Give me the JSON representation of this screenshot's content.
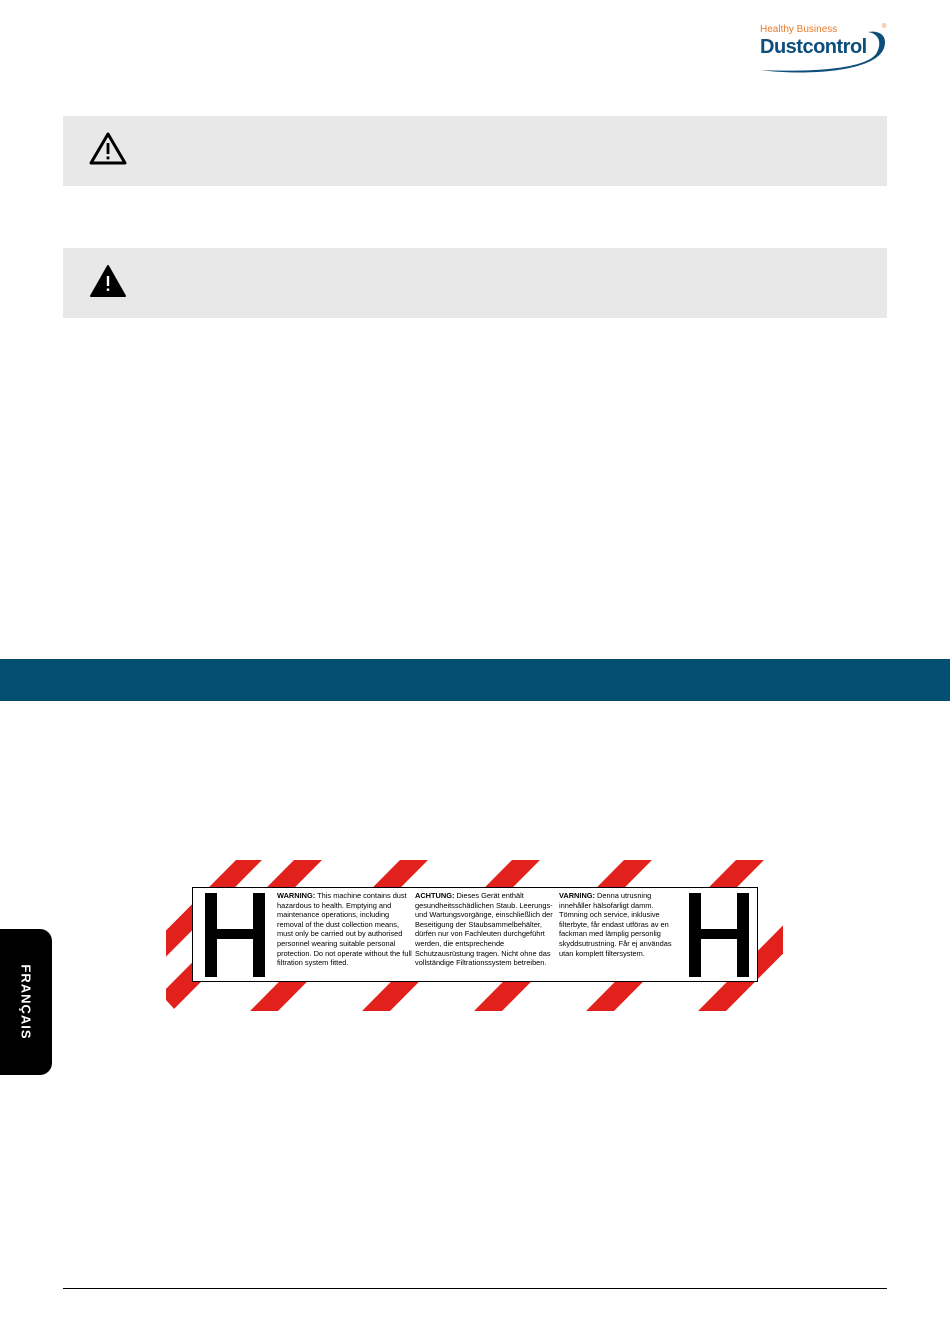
{
  "logo": {
    "tagline": "Healthy Business",
    "wordmark": "Dustcontrol",
    "registered": "®",
    "brand_color": "#0e4e7a",
    "accent_color": "#e97a2a"
  },
  "notices": {
    "caution": {
      "icon": "caution-triangle-outline-icon",
      "background": "#e8e8e8"
    },
    "warning": {
      "icon": "warning-triangle-filled-icon",
      "background": "#e8e8e8"
    }
  },
  "section_bar": {
    "color": "#034f72"
  },
  "language_tab": {
    "label": "FRANÇAIS"
  },
  "hazard_label": {
    "class_letter": "H",
    "stripe_color": "#e3211c",
    "english": {
      "heading": "WARNING:",
      "text": " This machine contains dust hazardous to health. Emptying and maintenance operations, including removal of the dust collection means, must only be carried out by authorised personnel wearing suitable personal protection. Do not operate without the full filtration system fitted."
    },
    "german": {
      "heading": "ACHTUNG:",
      "text": " Dieses Gerät enthält gesundheitsschädlichen Staub. Leerungs- und Wartungsvorgänge, einschließlich der Beseitigung der Staubsammelbehälter, dürfen nur von Fachleuten durchgeführt werden, die entsprechende Schutzausrüstung tragen. Nicht ohne das vollständige Filtrationssystem betreiben."
    },
    "swedish": {
      "heading": "VARNING:",
      "text": " Denna utrusning innehåller hälsofarligt damm. Tömning och service, inklusive filterbyte, får endast utföras av en fackman med lämplig personlig skyddsutrustning. Får ej användas utan komplett filtersystem."
    }
  }
}
